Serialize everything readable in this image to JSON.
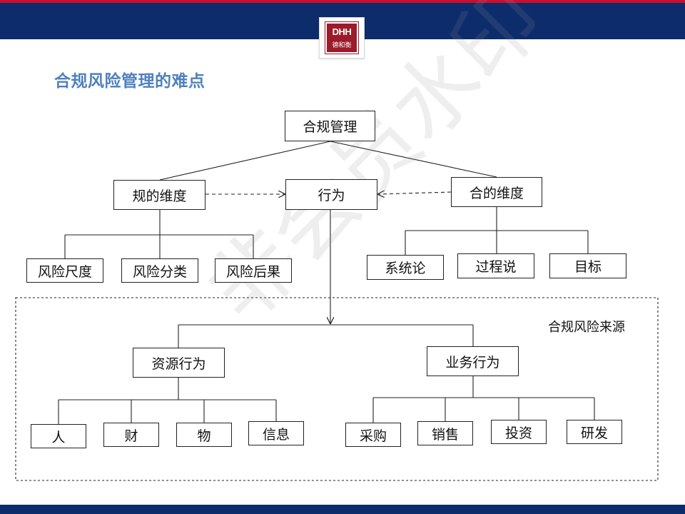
{
  "header": {
    "logo_text": "DHH",
    "logo_sub": "德和衡"
  },
  "slide": {
    "title": "合规风险管理的难点"
  },
  "diagram": {
    "root": "合规管理",
    "left": "规的维度",
    "center": "行为",
    "right": "合的维度",
    "left_children": [
      "风险尺度",
      "风险分类",
      "风险后果"
    ],
    "right_children": [
      "系统论",
      "过程说",
      "目标"
    ],
    "source_group_label": "合规风险来源",
    "resource": "资源行为",
    "business": "业务行为",
    "resource_children": [
      "人",
      "财",
      "物",
      "信息"
    ],
    "business_children": [
      "采购",
      "销售",
      "投资",
      "研发"
    ]
  },
  "watermark": "非会员水印",
  "colors": {
    "header_bar": "#0d2c6b",
    "accent_red": "#c8102e",
    "title": "#4f81bd",
    "logo": "#9b1b2a"
  }
}
